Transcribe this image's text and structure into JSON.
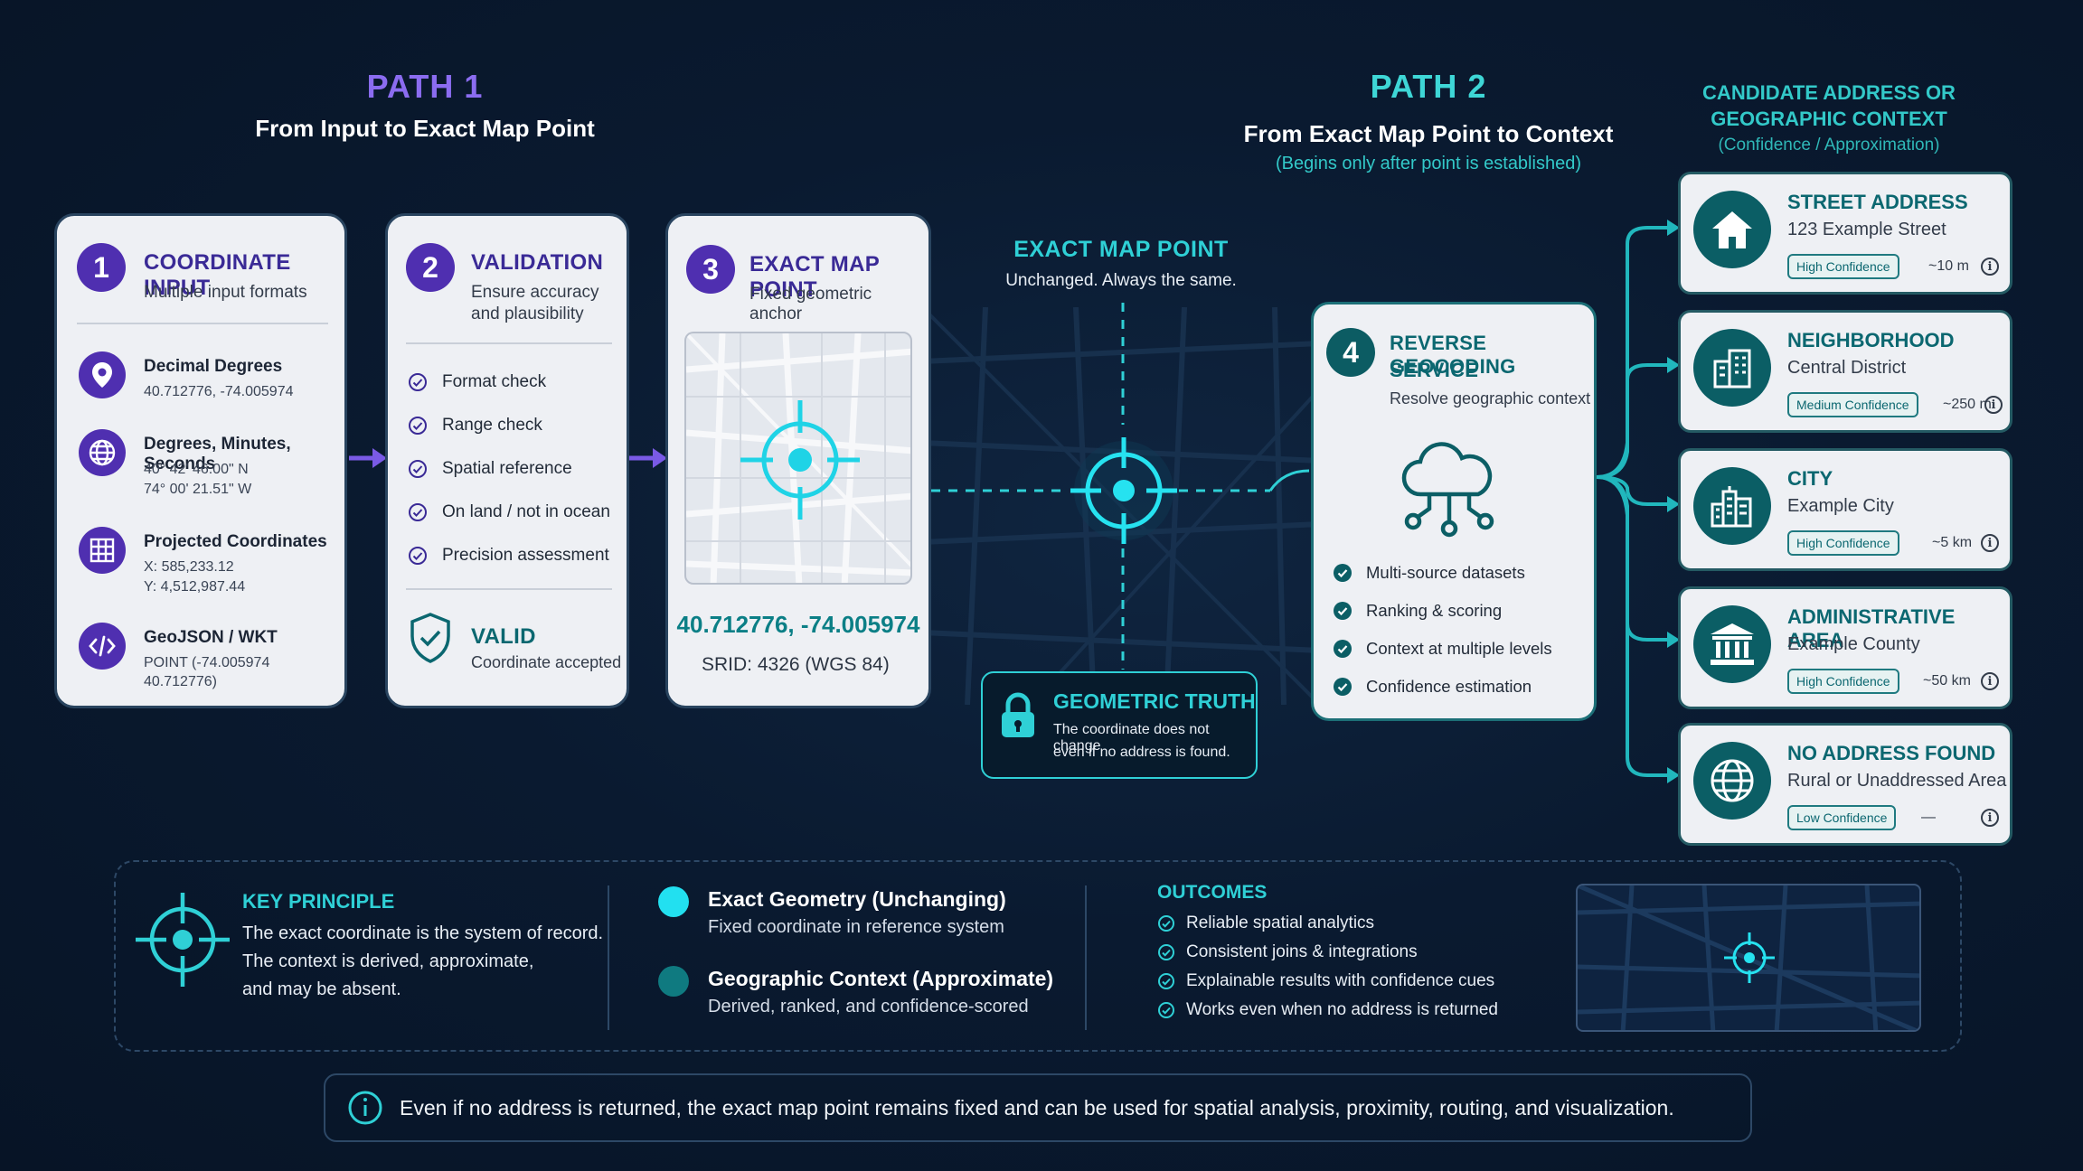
{
  "path1": {
    "title": "PATH 1",
    "subtitle": "From Input to Exact Map Point"
  },
  "path2": {
    "title": "PATH 2",
    "subtitle": "From Exact Map Point to Context",
    "note": "(Begins only after point is established)"
  },
  "candidate_header": {
    "line1": "CANDIDATE ADDRESS OR",
    "line2": "GEOGRAPHIC CONTEXT",
    "line3": "(Confidence / Approximation)"
  },
  "step1": {
    "number": "1",
    "title": "COORDINATE INPUT",
    "subtitle": "Multiple input formats",
    "items": [
      {
        "icon": "location-pin-icon",
        "title": "Decimal Degrees",
        "lines": [
          "40.712776, -74.005974"
        ]
      },
      {
        "icon": "globe-icon",
        "title": "Degrees, Minutes, Seconds",
        "lines": [
          "40° 42' 46.00\" N",
          "74° 00' 21.51\" W"
        ]
      },
      {
        "icon": "grid-icon",
        "title": "Projected Coordinates",
        "lines": [
          "X: 585,233.12",
          "Y: 4,512,987.44"
        ]
      },
      {
        "icon": "code-icon",
        "title": "GeoJSON / WKT",
        "lines": [
          "POINT (-74.005974 40.712776)"
        ]
      }
    ]
  },
  "step2": {
    "number": "2",
    "title": "VALIDATION",
    "subtitle_line1": "Ensure accuracy",
    "subtitle_line2": "and plausibility",
    "checks": [
      "Format check",
      "Range check",
      "Spatial reference",
      "On land / not in ocean",
      "Precision assessment"
    ],
    "valid_title": "VALID",
    "valid_sub": "Coordinate accepted"
  },
  "step3": {
    "number": "3",
    "title": "EXACT MAP POINT",
    "subtitle": "Fixed geometric anchor",
    "coords": "40.712776, -74.005974",
    "srid": "SRID: 4326 (WGS 84)"
  },
  "center": {
    "title": "EXACT MAP POINT",
    "subtitle": "Unchanged. Always the same.",
    "truth_title": "GEOMETRIC TRUTH",
    "truth_line1": "The coordinate does not change",
    "truth_line2": "even if no address is found."
  },
  "step4": {
    "number": "4",
    "title_line1": "REVERSE GEOCODING",
    "title_line2": "SERVICE",
    "subtitle": "Resolve geographic context",
    "features": [
      "Multi-source datasets",
      "Ranking & scoring",
      "Context at multiple levels",
      "Confidence estimation"
    ]
  },
  "results": [
    {
      "icon": "house-icon",
      "title": "STREET ADDRESS",
      "value": "123 Example Street",
      "confidence": "High Confidence",
      "distance": "~10 m"
    },
    {
      "icon": "buildings-icon",
      "title": "NEIGHBORHOOD",
      "value": "Central District",
      "confidence": "Medium Confidence",
      "distance": "~250 m"
    },
    {
      "icon": "city-icon",
      "title": "CITY",
      "value": "Example City",
      "confidence": "High Confidence",
      "distance": "~5 km"
    },
    {
      "icon": "government-building-icon",
      "title": "ADMINISTRATIVE AREA",
      "value": "Example County",
      "confidence": "High Confidence",
      "distance": "~50 km"
    },
    {
      "icon": "globe-icon",
      "title": "NO ADDRESS FOUND",
      "value": "Rural or Unaddressed Area",
      "confidence": "Low Confidence",
      "distance": "—"
    }
  ],
  "key_principle": {
    "title": "KEY PRINCIPLE",
    "line1": "The exact coordinate is the system of record.",
    "line2": "The context is derived, approximate,",
    "line3": "and may be absent."
  },
  "legend": [
    {
      "title": "Exact Geometry (Unchanging)",
      "sub": "Fixed coordinate in reference system",
      "color": "#22e0f0"
    },
    {
      "title": "Geographic Context (Approximate)",
      "sub": "Derived, ranked, and confidence-scored",
      "color": "#0f7a80"
    }
  ],
  "outcomes": {
    "title": "OUTCOMES",
    "items": [
      "Reliable spatial analytics",
      "Consistent joins & integrations",
      "Explainable results with confidence cues",
      "Works even when no address is returned"
    ]
  },
  "footer": "Even if no address is returned, the exact map point remains fixed and can be used for spatial analysis, proximity, routing, and visualization.",
  "colors": {
    "purple": "#4f2fb0",
    "cyan": "#2fd0d6",
    "teal": "#0b5e65",
    "background": "#0a1a30"
  }
}
